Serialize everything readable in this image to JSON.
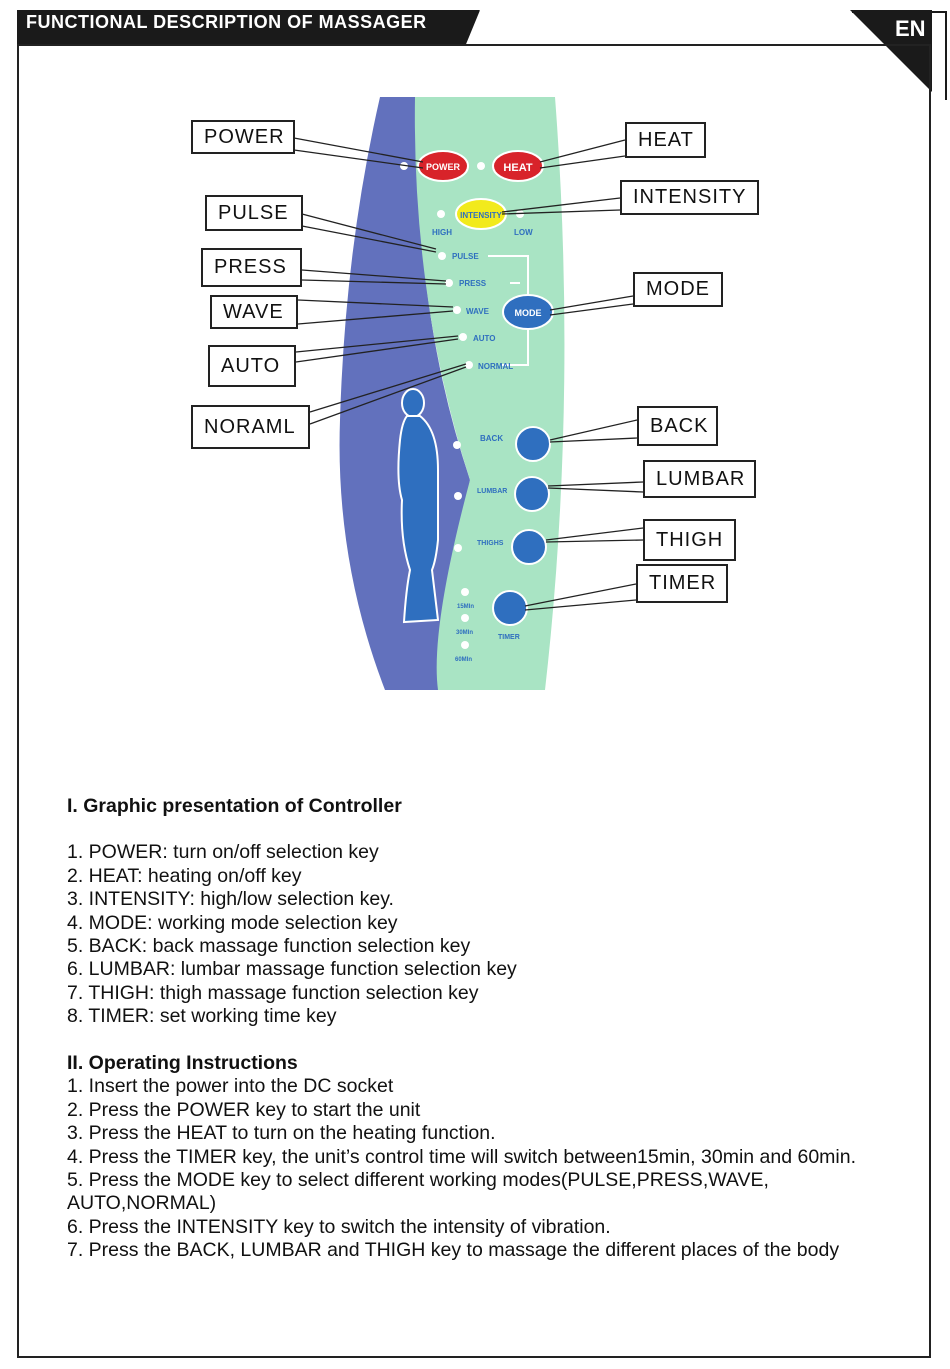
{
  "header": {
    "title": "FUNCTIONAL DESCRIPTION OF MASSAGER",
    "language": "EN"
  },
  "controller": {
    "keys": {
      "power": "POWER",
      "heat": "HEAT",
      "intensity": "INTENSITY",
      "high": "HIGH",
      "low": "LOW",
      "pulse": "PULSE",
      "press": "PRESS",
      "wave": "WAVE",
      "mode": "MODE",
      "auto": "AUTO",
      "normal": "NORMAL",
      "back": "BACK",
      "lumbar": "LUMBAR",
      "thighs": "THIGHS",
      "timer": "TIMER",
      "t15": "15MIn",
      "t30": "30MIn",
      "t60": "60MIn"
    },
    "callouts": {
      "power": "POWER",
      "pulse": "PULSE",
      "press": "PRESS",
      "wave": "WAVE",
      "auto": "AUTO",
      "normal": "NORAML",
      "heat": "HEAT",
      "intensity": "INTENSITY",
      "mode": "MODE",
      "back": "BACK",
      "lumbar": "LUMBAR",
      "thigh": "THIGH",
      "timer": "TIMER"
    },
    "colors": {
      "panel_green": "#a9e4c4",
      "panel_purple": "#6271bd",
      "button_red": "#d8232a",
      "button_yellow": "#f2ea1c",
      "button_blue": "#2f6fbf",
      "label_blue": "#2f6fbf"
    }
  },
  "section1": {
    "heading": "I. Graphic presentation of Controller",
    "items": [
      "1. POWER: turn on/off selection key",
      "2. HEAT: heating on/off key",
      "3. INTENSITY: high/low selection key.",
      "4. MODE: working mode selection key",
      "5. BACK: back massage function selection key",
      "6. LUMBAR: lumbar massage function selection key",
      "7. THIGH: thigh massage function selection key",
      "8. TIMER: set working time key"
    ]
  },
  "section2": {
    "heading": "II. Operating Instructions",
    "items": [
      "1. Insert the power into the DC socket",
      "2. Press the POWER key to start the unit",
      "3. Press the HEAT to turn on the heating function.",
      "4. Press the TIMER key, the unit’s control time will switch between15min, 30min and 60min.",
      "5. Press the MODE key to select different working modes(PULSE,PRESS,WAVE, AUTO,NORMAL)",
      "6. Press the INTENSITY key to switch the intensity of vibration.",
      "7. Press the BACK, LUMBAR and THIGH key to massage the different places of the body"
    ]
  }
}
